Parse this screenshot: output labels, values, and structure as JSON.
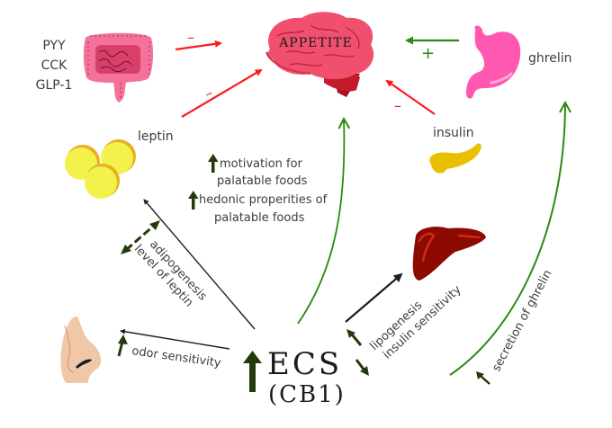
{
  "center": {
    "title": "ECS",
    "subtitle": "(CB1)"
  },
  "appetite": {
    "label": "APPETITE"
  },
  "hormones": {
    "gut": [
      "PYY",
      "CCK",
      "GLP-1"
    ],
    "leptin": "leptin",
    "insulin": "insulin",
    "ghrelin": "ghrelin"
  },
  "signs": {
    "gut_to_appetite": "–",
    "leptin_to_appetite": "–",
    "insulin_to_appetite": "–",
    "ghrelin_to_appetite": "+"
  },
  "effects": {
    "appetite_effects": [
      {
        "direction": "increase",
        "text_lines": [
          "motivation for",
          "palatable foods"
        ]
      },
      {
        "direction": "increase",
        "text_lines": [
          "hedonic properities of",
          "palatable foods"
        ]
      }
    ],
    "adipose": {
      "direction": "both",
      "lines": [
        "adipogenesis",
        "level of leptin"
      ]
    },
    "nose": {
      "direction": "increase",
      "text": "odor sensitivity"
    },
    "liver": {
      "directions": [
        "increase",
        "decrease"
      ],
      "lines": [
        "lipogenesis",
        "insulin sensitivity"
      ]
    },
    "ghrelin": {
      "direction": "increase",
      "text": "secretion of ghrelin"
    }
  },
  "colors": {
    "inhibit": "#ff1a1a",
    "stimulate": "#2a8a12",
    "dark_arrow": "#223a0c",
    "line": "#1f1f1f",
    "brain": "#f0506e",
    "gut": "#f4729a",
    "stomach": "#ff58b0",
    "fat": "#f2f24a",
    "pancreas": "#e8c000",
    "liver": "#8c0a00",
    "nose": "#f0c8a8"
  }
}
